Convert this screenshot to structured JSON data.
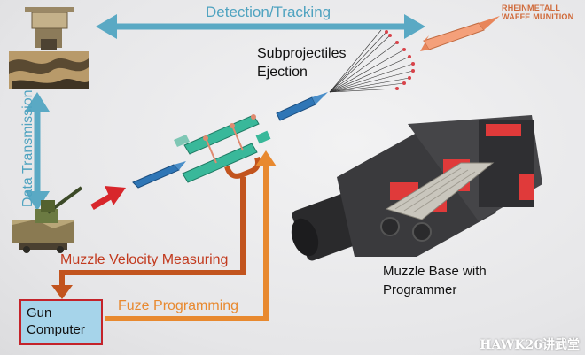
{
  "labels": {
    "detection_tracking": "Detection/Tracking",
    "data_transmission": "Data Transmission",
    "subprojectiles": "Subprojectiles",
    "ejection": "Ejection",
    "rheinmetall_line1": "RHEINMETALL",
    "rheinmetall_line2": "WAFFE MUNITION",
    "muzzle_velocity": "Muzzle Velocity Measuring",
    "fuze_programming": "Fuze Programming",
    "gun_computer_line1": "Gun",
    "gun_computer_line2": "Computer",
    "muzzle_base_line1": "Muzzle Base with",
    "muzzle_base_line2": "Programmer",
    "watermark": "HAWK26讲武堂"
  },
  "colors": {
    "blue_arrow": "#5aa9c4",
    "orange_arrow": "#e8892f",
    "dark_orange_arrow": "#c2541e",
    "red_arrow": "#d8262b",
    "projectile_blue": "#2f76b6",
    "casing_green": "#39b89a"
  }
}
